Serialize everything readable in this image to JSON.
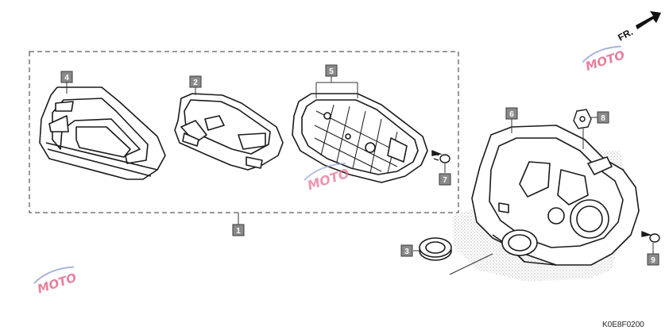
{
  "diagram": {
    "drawing_code": "K0E8F0200",
    "front_marker": "FR.",
    "callouts": [
      "1",
      "2",
      "3",
      "4",
      "5",
      "6",
      "7",
      "8",
      "9"
    ],
    "watermark": "MOTO",
    "colors": {
      "line": "#1a1a1a",
      "callout_fill": "#8a8a8a",
      "callout_border": "#3a3a3a",
      "watermark_primary": "#e36a8c",
      "watermark_secondary": "#9aa7d6"
    }
  }
}
